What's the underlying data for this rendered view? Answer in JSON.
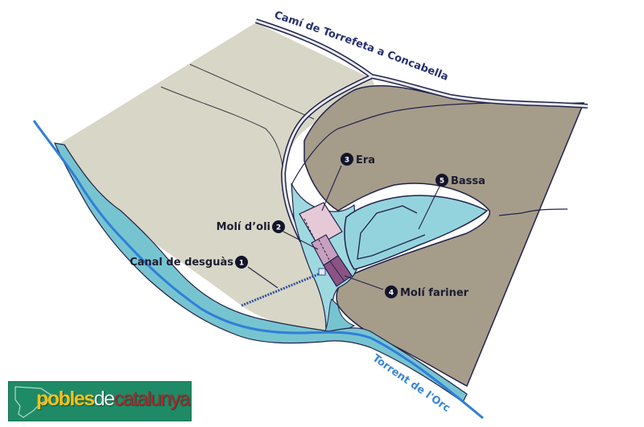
{
  "map": {
    "road_label": "Camí de Torrefeta a Concabella",
    "river_label": "Torrent de l'Orc",
    "colors": {
      "field_light": "#d8d6c6",
      "field_dark": "#a59c8a",
      "water": "#93d3de",
      "water_channel": "#77c4d1",
      "river_line": "#2f7fd9",
      "outline": "#22234a",
      "era_fill": "#e6c9d6",
      "oli_fill": "#c8a0bf",
      "farin_fill": "#8c5484",
      "badge": "#13142a"
    },
    "markers": [
      {
        "num": "1",
        "label": "Canal de desguàs"
      },
      {
        "num": "2",
        "label": "Molí d’oli"
      },
      {
        "num": "3",
        "label": "Era"
      },
      {
        "num": "4",
        "label": "Molí fariner"
      },
      {
        "num": "5",
        "label": "Bassa"
      }
    ]
  },
  "logo": {
    "part1": "pobles",
    "part2": "de",
    "part3": "catalunya"
  }
}
